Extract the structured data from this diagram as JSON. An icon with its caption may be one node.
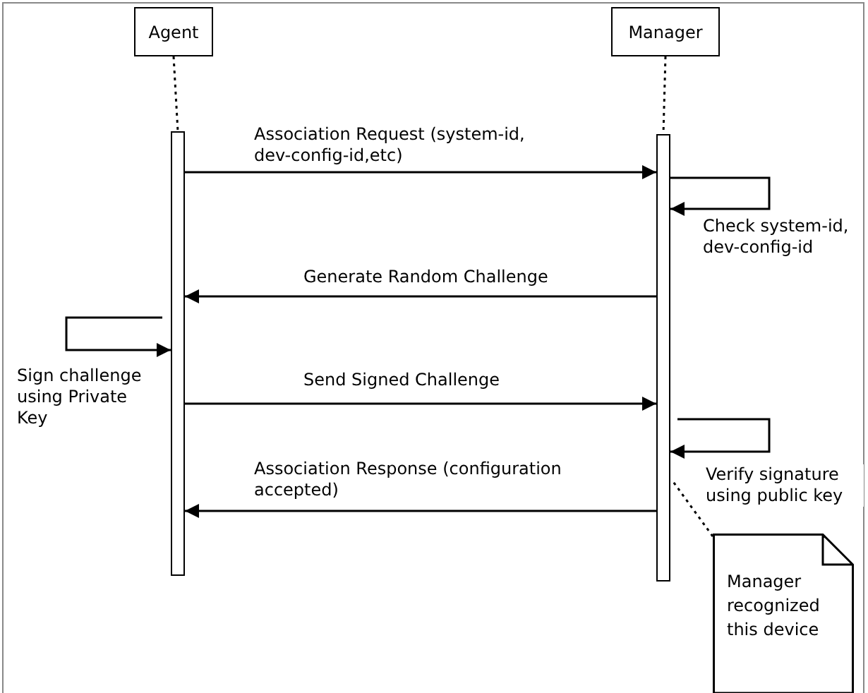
{
  "diagram": {
    "nodes": [
      {
        "text": [
          "Agent"
        ]
      },
      {
        "text": [
          "Manager"
        ]
      },
      {
        "text": [],
        "shape": "bar"
      },
      {
        "text": [],
        "shape": "bar"
      },
      {
        "text": [
          "Manager recognized this device"
        ]
      }
    ],
    "edges": [
      {
        "from": 0,
        "to": 2,
        "arrow": "none",
        "style": "dashed"
      },
      {
        "from": 1,
        "to": 3,
        "arrow": "none",
        "style": "dashed"
      },
      {
        "from": 2,
        "to": 3,
        "arrow": "to",
        "label": "Association Request (system-id, dev-config-id,etc)"
      },
      {
        "from": 3,
        "to": 3,
        "arrow": "to",
        "label": "Check system-id, dev-config-id"
      },
      {
        "from": 3,
        "to": 2,
        "arrow": "to",
        "label": "Generate Random Challenge"
      },
      {
        "from": 2,
        "to": 2,
        "arrow": "to",
        "label": "Sign challenge using Private Key"
      },
      {
        "from": 2,
        "to": 3,
        "arrow": "to",
        "label": "Send Signed Challenge"
      },
      {
        "from": 3,
        "to": 3,
        "arrow": "to",
        "label": "Verify signature using public key"
      },
      {
        "from": 3,
        "to": 2,
        "arrow": "to",
        "label": "Association Response (configuration accepted)"
      },
      {
        "from": 4,
        "to": 3,
        "arrow": "none",
        "style": "dashed"
      }
    ]
  }
}
